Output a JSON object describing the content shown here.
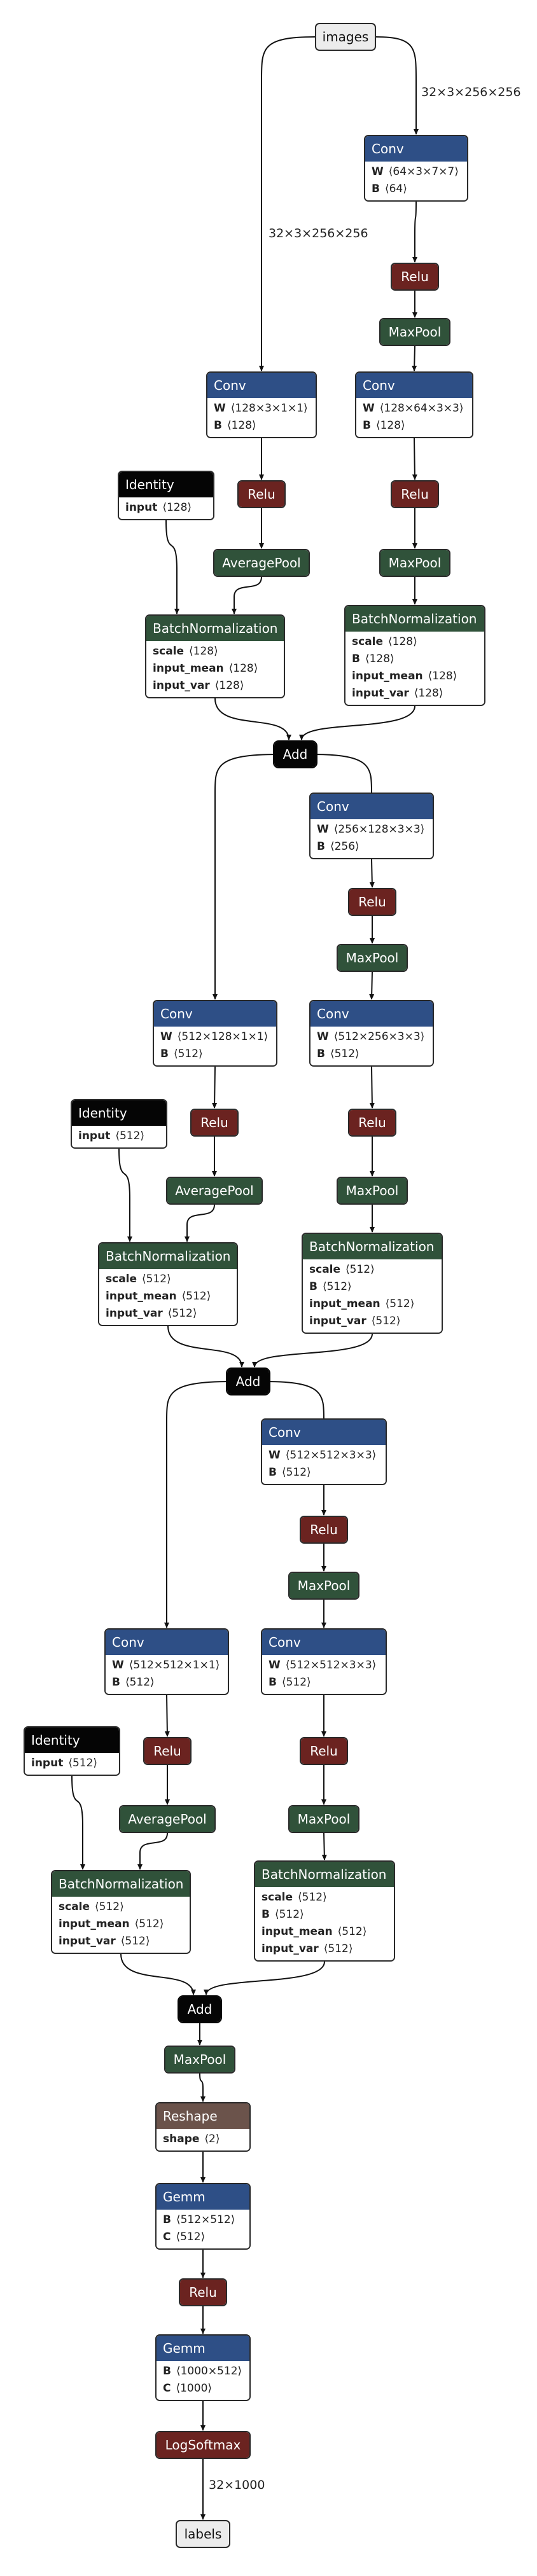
{
  "graph": {
    "input": "images",
    "output": "labels",
    "edge_labels": {
      "images_to_conv": "32×3×256×256",
      "images_to_b1": "32×3×256×256",
      "logsoftmax_to_labels": "32×1000"
    },
    "stem": {
      "conv": {
        "title": "Conv",
        "attrs": [
          {
            "k": "W",
            "v": "⟨64×3×7×7⟩"
          },
          {
            "k": "B",
            "v": "⟨64⟩"
          }
        ]
      },
      "relu": "Relu",
      "pool": "MaxPool"
    },
    "blocks": [
      {
        "shortcut_conv": {
          "title": "Conv",
          "attrs": [
            {
              "k": "W",
              "v": "⟨128×3×1×1⟩"
            },
            {
              "k": "B",
              "v": "⟨128⟩"
            }
          ]
        },
        "shortcut_relu": "Relu",
        "shortcut_pool": "AveragePool",
        "identity": {
          "title": "Identity",
          "attrs": [
            {
              "k": "input",
              "v": "⟨128⟩"
            }
          ]
        },
        "shortcut_bn": {
          "title": "BatchNormalization",
          "attrs": [
            {
              "k": "scale",
              "v": "⟨128⟩"
            },
            {
              "k": "input_mean",
              "v": "⟨128⟩"
            },
            {
              "k": "input_var",
              "v": "⟨128⟩"
            }
          ]
        },
        "main_conv": {
          "title": "Conv",
          "attrs": [
            {
              "k": "W",
              "v": "⟨128×64×3×3⟩"
            },
            {
              "k": "B",
              "v": "⟨128⟩"
            }
          ]
        },
        "main_relu": "Relu",
        "main_pool": "MaxPool",
        "main_bn": {
          "title": "BatchNormalization",
          "attrs": [
            {
              "k": "scale",
              "v": "⟨128⟩"
            },
            {
              "k": "B",
              "v": "⟨128⟩"
            },
            {
              "k": "input_mean",
              "v": "⟨128⟩"
            },
            {
              "k": "input_var",
              "v": "⟨128⟩"
            }
          ]
        },
        "add": "Add"
      },
      {
        "pre_conv": {
          "title": "Conv",
          "attrs": [
            {
              "k": "W",
              "v": "⟨256×128×3×3⟩"
            },
            {
              "k": "B",
              "v": "⟨256⟩"
            }
          ]
        },
        "pre_relu": "Relu",
        "pre_pool": "MaxPool",
        "shortcut_conv": {
          "title": "Conv",
          "attrs": [
            {
              "k": "W",
              "v": "⟨512×128×1×1⟩"
            },
            {
              "k": "B",
              "v": "⟨512⟩"
            }
          ]
        },
        "shortcut_relu": "Relu",
        "shortcut_pool": "AveragePool",
        "identity": {
          "title": "Identity",
          "attrs": [
            {
              "k": "input",
              "v": "⟨512⟩"
            }
          ]
        },
        "shortcut_bn": {
          "title": "BatchNormalization",
          "attrs": [
            {
              "k": "scale",
              "v": "⟨512⟩"
            },
            {
              "k": "input_mean",
              "v": "⟨512⟩"
            },
            {
              "k": "input_var",
              "v": "⟨512⟩"
            }
          ]
        },
        "main_conv": {
          "title": "Conv",
          "attrs": [
            {
              "k": "W",
              "v": "⟨512×256×3×3⟩"
            },
            {
              "k": "B",
              "v": "⟨512⟩"
            }
          ]
        },
        "main_relu": "Relu",
        "main_pool": "MaxPool",
        "main_bn": {
          "title": "BatchNormalization",
          "attrs": [
            {
              "k": "scale",
              "v": "⟨512⟩"
            },
            {
              "k": "B",
              "v": "⟨512⟩"
            },
            {
              "k": "input_mean",
              "v": "⟨512⟩"
            },
            {
              "k": "input_var",
              "v": "⟨512⟩"
            }
          ]
        },
        "add": "Add"
      },
      {
        "pre_conv": {
          "title": "Conv",
          "attrs": [
            {
              "k": "W",
              "v": "⟨512×512×3×3⟩"
            },
            {
              "k": "B",
              "v": "⟨512⟩"
            }
          ]
        },
        "pre_relu": "Relu",
        "pre_pool": "MaxPool",
        "shortcut_conv": {
          "title": "Conv",
          "attrs": [
            {
              "k": "W",
              "v": "⟨512×512×1×1⟩"
            },
            {
              "k": "B",
              "v": "⟨512⟩"
            }
          ]
        },
        "shortcut_relu": "Relu",
        "shortcut_pool": "AveragePool",
        "identity": {
          "title": "Identity",
          "attrs": [
            {
              "k": "input",
              "v": "⟨512⟩"
            }
          ]
        },
        "shortcut_bn": {
          "title": "BatchNormalization",
          "attrs": [
            {
              "k": "scale",
              "v": "⟨512⟩"
            },
            {
              "k": "input_mean",
              "v": "⟨512⟩"
            },
            {
              "k": "input_var",
              "v": "⟨512⟩"
            }
          ]
        },
        "main_conv": {
          "title": "Conv",
          "attrs": [
            {
              "k": "W",
              "v": "⟨512×512×3×3⟩"
            },
            {
              "k": "B",
              "v": "⟨512⟩"
            }
          ]
        },
        "main_relu": "Relu",
        "main_pool": "MaxPool",
        "main_bn": {
          "title": "BatchNormalization",
          "attrs": [
            {
              "k": "scale",
              "v": "⟨512⟩"
            },
            {
              "k": "B",
              "v": "⟨512⟩"
            },
            {
              "k": "input_mean",
              "v": "⟨512⟩"
            },
            {
              "k": "input_var",
              "v": "⟨512⟩"
            }
          ]
        },
        "add": "Add"
      }
    ],
    "head": {
      "pool": "MaxPool",
      "reshape": {
        "title": "Reshape",
        "attrs": [
          {
            "k": "shape",
            "v": "⟨2⟩"
          }
        ]
      },
      "gemm1": {
        "title": "Gemm",
        "attrs": [
          {
            "k": "B",
            "v": "⟨512×512⟩"
          },
          {
            "k": "C",
            "v": "⟨512⟩"
          }
        ]
      },
      "relu": "Relu",
      "gemm2": {
        "title": "Gemm",
        "attrs": [
          {
            "k": "B",
            "v": "⟨1000×512⟩"
          },
          {
            "k": "C",
            "v": "⟨1000⟩"
          }
        ]
      },
      "logsoftmax": "LogSoftmax"
    },
    "colors": {
      "conv": "#2e4f86",
      "relu": "#6b2320",
      "pool": "#30523a",
      "add": "#050505",
      "reshape": "#6b534b",
      "io": "#ececec",
      "edge": "#111111"
    }
  }
}
